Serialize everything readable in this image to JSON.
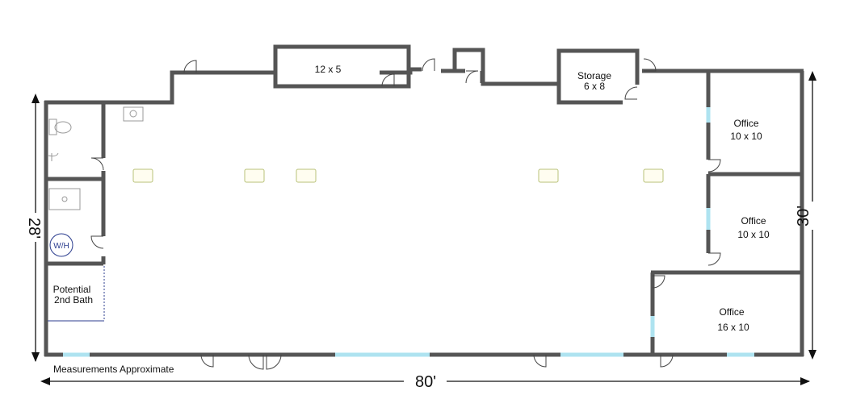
{
  "rooms": {
    "closet": {
      "line1": "12 x 5"
    },
    "storage": {
      "line1": "Storage",
      "line2": "6 x 8"
    },
    "office_a": {
      "line1": "Office",
      "line2": "10 x 10"
    },
    "office_b": {
      "line1": "Office",
      "line2": "10 x 10"
    },
    "office_c": {
      "line1": "Office",
      "line2": "16 x 10"
    },
    "bath2": {
      "line1": "Potential",
      "line2": "2nd Bath"
    },
    "water_heater": {
      "label": "W/H"
    }
  },
  "dimensions": {
    "left": "28'",
    "right": "30'",
    "bottom": "80'"
  },
  "note": "Measurements Approximate"
}
